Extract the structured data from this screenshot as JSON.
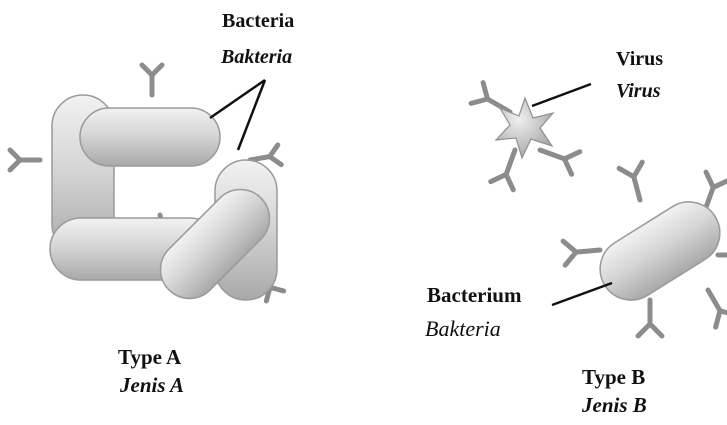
{
  "diagram": {
    "panel_a": {
      "pointer_en": "Bacteria",
      "pointer_ms": "Bakteria",
      "caption_en": "Type A",
      "caption_ms": "Jenis A"
    },
    "panel_b": {
      "virus_en": "Virus",
      "virus_ms": "Virus",
      "bacterium_en": "Bacterium",
      "bacterium_ms": "Bakteria",
      "caption_en": "Type B",
      "caption_ms": "Jenis B"
    },
    "colors": {
      "body_fill": "#c8c8c8",
      "body_highlight": "#ededed",
      "antibody_stroke": "#8c8c8c",
      "line": "#111111"
    }
  }
}
